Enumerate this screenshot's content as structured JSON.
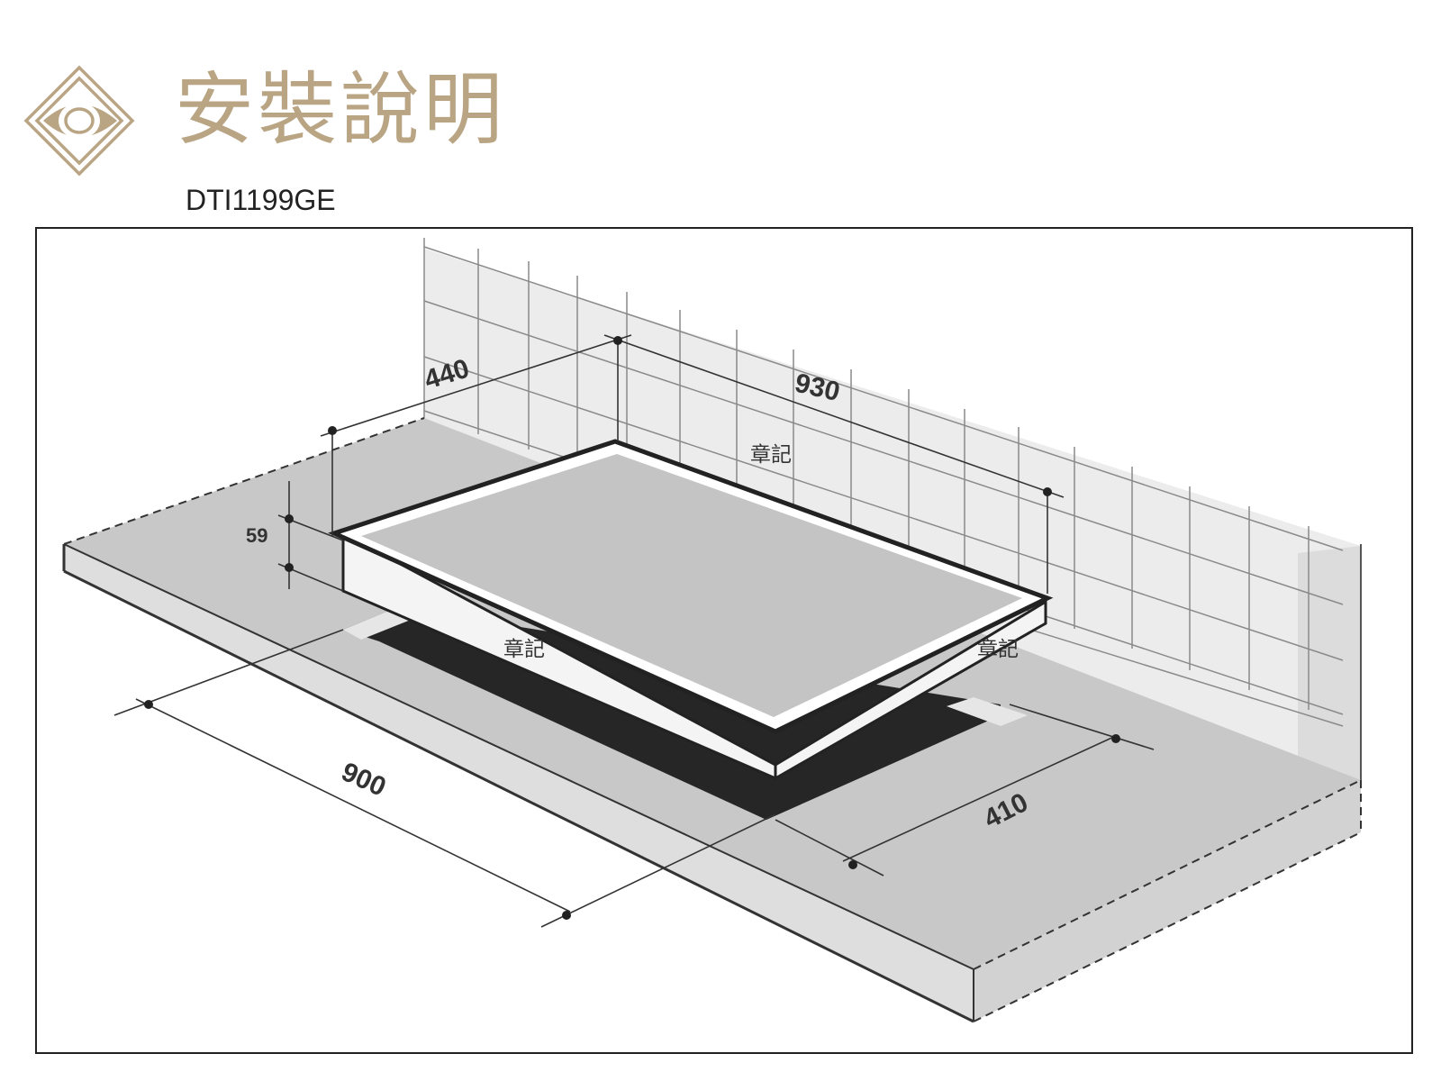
{
  "header": {
    "title": "安裝說明",
    "model": "DTI1199GE",
    "logo_icon": "diamond-eye-logo-icon"
  },
  "colors": {
    "brand_gold": "#b9a584",
    "wall_gray": "#ececec",
    "counter_gray": "#c8c8c8",
    "glass_gray": "#c4c4c4",
    "cutout_black": "#262626",
    "line": "#333333"
  },
  "diagram": {
    "dimensions": {
      "depth_top": "440",
      "width_top": "930",
      "height": "59",
      "cutout_width": "900",
      "cutout_depth": "410"
    },
    "watermarks": [
      "章記",
      "章記",
      "章記"
    ]
  }
}
